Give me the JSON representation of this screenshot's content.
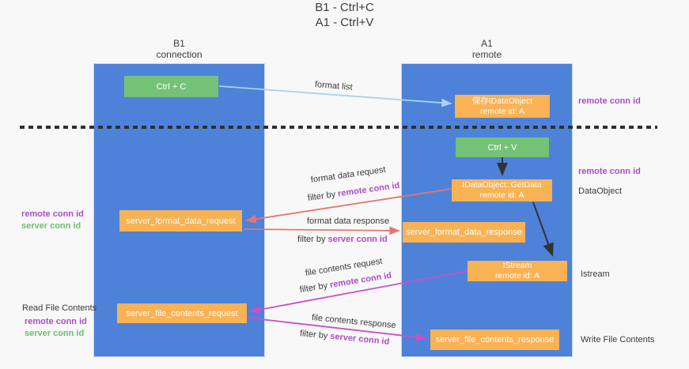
{
  "title": {
    "line1": "B1 - Ctrl+C",
    "line2": "A1 - Ctrl+V"
  },
  "lanes": {
    "left": {
      "name": "B1",
      "role": "connection"
    },
    "right": {
      "name": "A1",
      "role": "remote"
    }
  },
  "boxes": {
    "ctrl_c": {
      "label": "Ctrl + C"
    },
    "save_dataobject": {
      "line1": "保存IDataObject",
      "line2": "remote id: A"
    },
    "ctrl_v": {
      "label": "Ctrl + V"
    },
    "getdata": {
      "line1": "IDataObject::GetData",
      "line2": "remote id: A"
    },
    "format_request": {
      "label": "server_format_data_request"
    },
    "format_response": {
      "label": "server_format_data_response"
    },
    "istream": {
      "line1": "IStream",
      "line2": "remote id: A"
    },
    "file_request": {
      "label": "server_file_contents_request"
    },
    "file_response": {
      "label": "server_file_contents_response"
    }
  },
  "arrow_labels": {
    "format_list": "format list",
    "format_request": {
      "text": "format data request",
      "filter_prefix": "filter by ",
      "filter_key": "remote conn id"
    },
    "format_response": {
      "text": "format data response",
      "filter_prefix": "filter by ",
      "filter_key": "server conn id"
    },
    "file_request": {
      "text": "file contents request",
      "filter_prefix": "filter by ",
      "filter_key": "remote conn id"
    },
    "file_response": {
      "text": "file contents response",
      "filter_prefix": "filter by ",
      "filter_key": "server conn id"
    }
  },
  "side_labels": {
    "right_remote_conn_top": "remote conn id",
    "right_remote_conn_mid": "remote conn id",
    "right_dataobject": "DataObject",
    "right_istream": "Istream",
    "right_write": "Write File Contents",
    "left_remote_conn_mid": "remote conn id",
    "left_server_conn_mid": "server conn id",
    "left_read": "Read File Contents",
    "left_remote_conn_bottom": "remote conn id",
    "left_server_conn_bottom": "server conn id"
  },
  "colors": {
    "lane_blue": "#4d82d8",
    "box_orange": "#f9b254",
    "box_green": "#74c276",
    "purple_text": "#a94fc5",
    "green_text": "#6dbf6d",
    "salmon_arrow": "#e87470",
    "magenta_arrow": "#cb4fc6",
    "light_blue_arrow": "#a9d2ee",
    "black_arrow": "#333333"
  }
}
